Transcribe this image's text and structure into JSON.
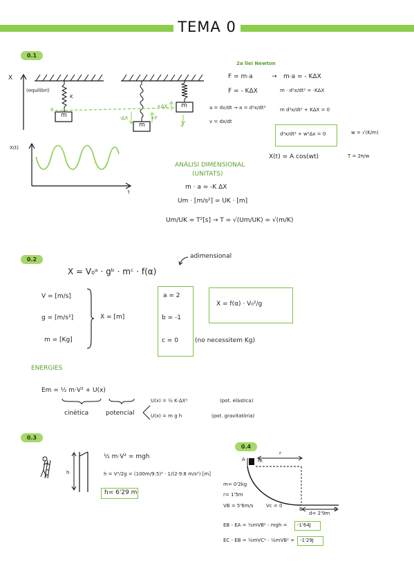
{
  "title": "TEMA 0",
  "s01": {
    "label": "0.1",
    "axis_x": "X",
    "equilibri": "(equilibri)",
    "spring_k": "K",
    "zero": "0",
    "mass": "m",
    "plus_dx": "+ΔX",
    "minus_dx": "-ΔX",
    "plus_f": "+F",
    "minus_f": "-F",
    "xt_label": "X(t)",
    "t_label": "t",
    "newton_title": "2a llei Newton",
    "f_ma": "F = m·a",
    "f_kdx": "F = - KΔX",
    "ma_kdx": "m·a = - KΔX",
    "eq_d2": "m · d²x/dt² = -KΔX",
    "eq_d2_zero": "m d²x/dt² + KΔX = 0",
    "a_def": "a = dv/dt → a = d²x/dt²",
    "v_def": "v = dx/dt",
    "boxed_eq": "d²x/dt² + w²Δx = 0",
    "omega": "w = √(K/m)",
    "sol": "X(t) = A cos(wt)",
    "period": "T = 2π/w",
    "dim_title_1": "ANÀLISI DIMENSIONAL",
    "dim_title_2": "(UNITATS)",
    "dim_eq1": "m · a = -K ΔX",
    "dim_eq2": "Um · [m/s²] = UK · [m]",
    "dim_eq3": "Um/UK = T²[s] → T = √(Um/UK) = √(m/K)"
  },
  "s02": {
    "label": "0.2",
    "adim": "adimensional",
    "main_eq": "X = V₀ᵃ · gᵇ · mᶜ · f(α)",
    "v_units": "V = [m/s]",
    "g_units": "g = [m/s²]",
    "m_units": "m = [Kg]",
    "x_units": "X = [m]",
    "a_val": "a = 2",
    "b_val": "b = -1",
    "c_val": "c = 0",
    "no_kg": "(no necessitem Kg)",
    "result": "X = f(α) · V₀²/g"
  },
  "energies": {
    "title": "ENERGIES",
    "em_eq": "Em = ½ m·V² + U(x)",
    "cinetica": "cinètica",
    "potencial": "potencial",
    "u_elastic": "U(x) = ½ K·ΔX²",
    "u_elastic_note": "(pot. elàstica)",
    "u_grav": "U(x) = m g h",
    "u_grav_note": "(pot. gravitatòria)"
  },
  "s03": {
    "label": "0.3",
    "h": "h",
    "eq1": "½ m·V² = mgh",
    "eq2": "h = V²/2g = (100m/9.5)² · 1/(2·9.8 m/s²) [m]",
    "answer": "h= 6'29 m"
  },
  "s04": {
    "label": "0.4",
    "a": "A",
    "m": "m",
    "r": "r",
    "b": "B",
    "c": "C",
    "mass": "m= 0'2kg",
    "radius": "r= 1'5m",
    "vb": "VB = 5'6m/s",
    "vc": "Vc = 0",
    "d": "d= 2'9m",
    "eq1": "EB - EA = ½mVB² - mgh =",
    "eq1_ans": "-1'64J",
    "eq2": "EC - EB = ½mVC² - ½mVB² =",
    "eq2_ans": "-1'29J"
  },
  "colors": {
    "accent": "#8ccd4b",
    "box": "#7cc242",
    "pill": "#a7d66a",
    "spring": "#111111"
  }
}
